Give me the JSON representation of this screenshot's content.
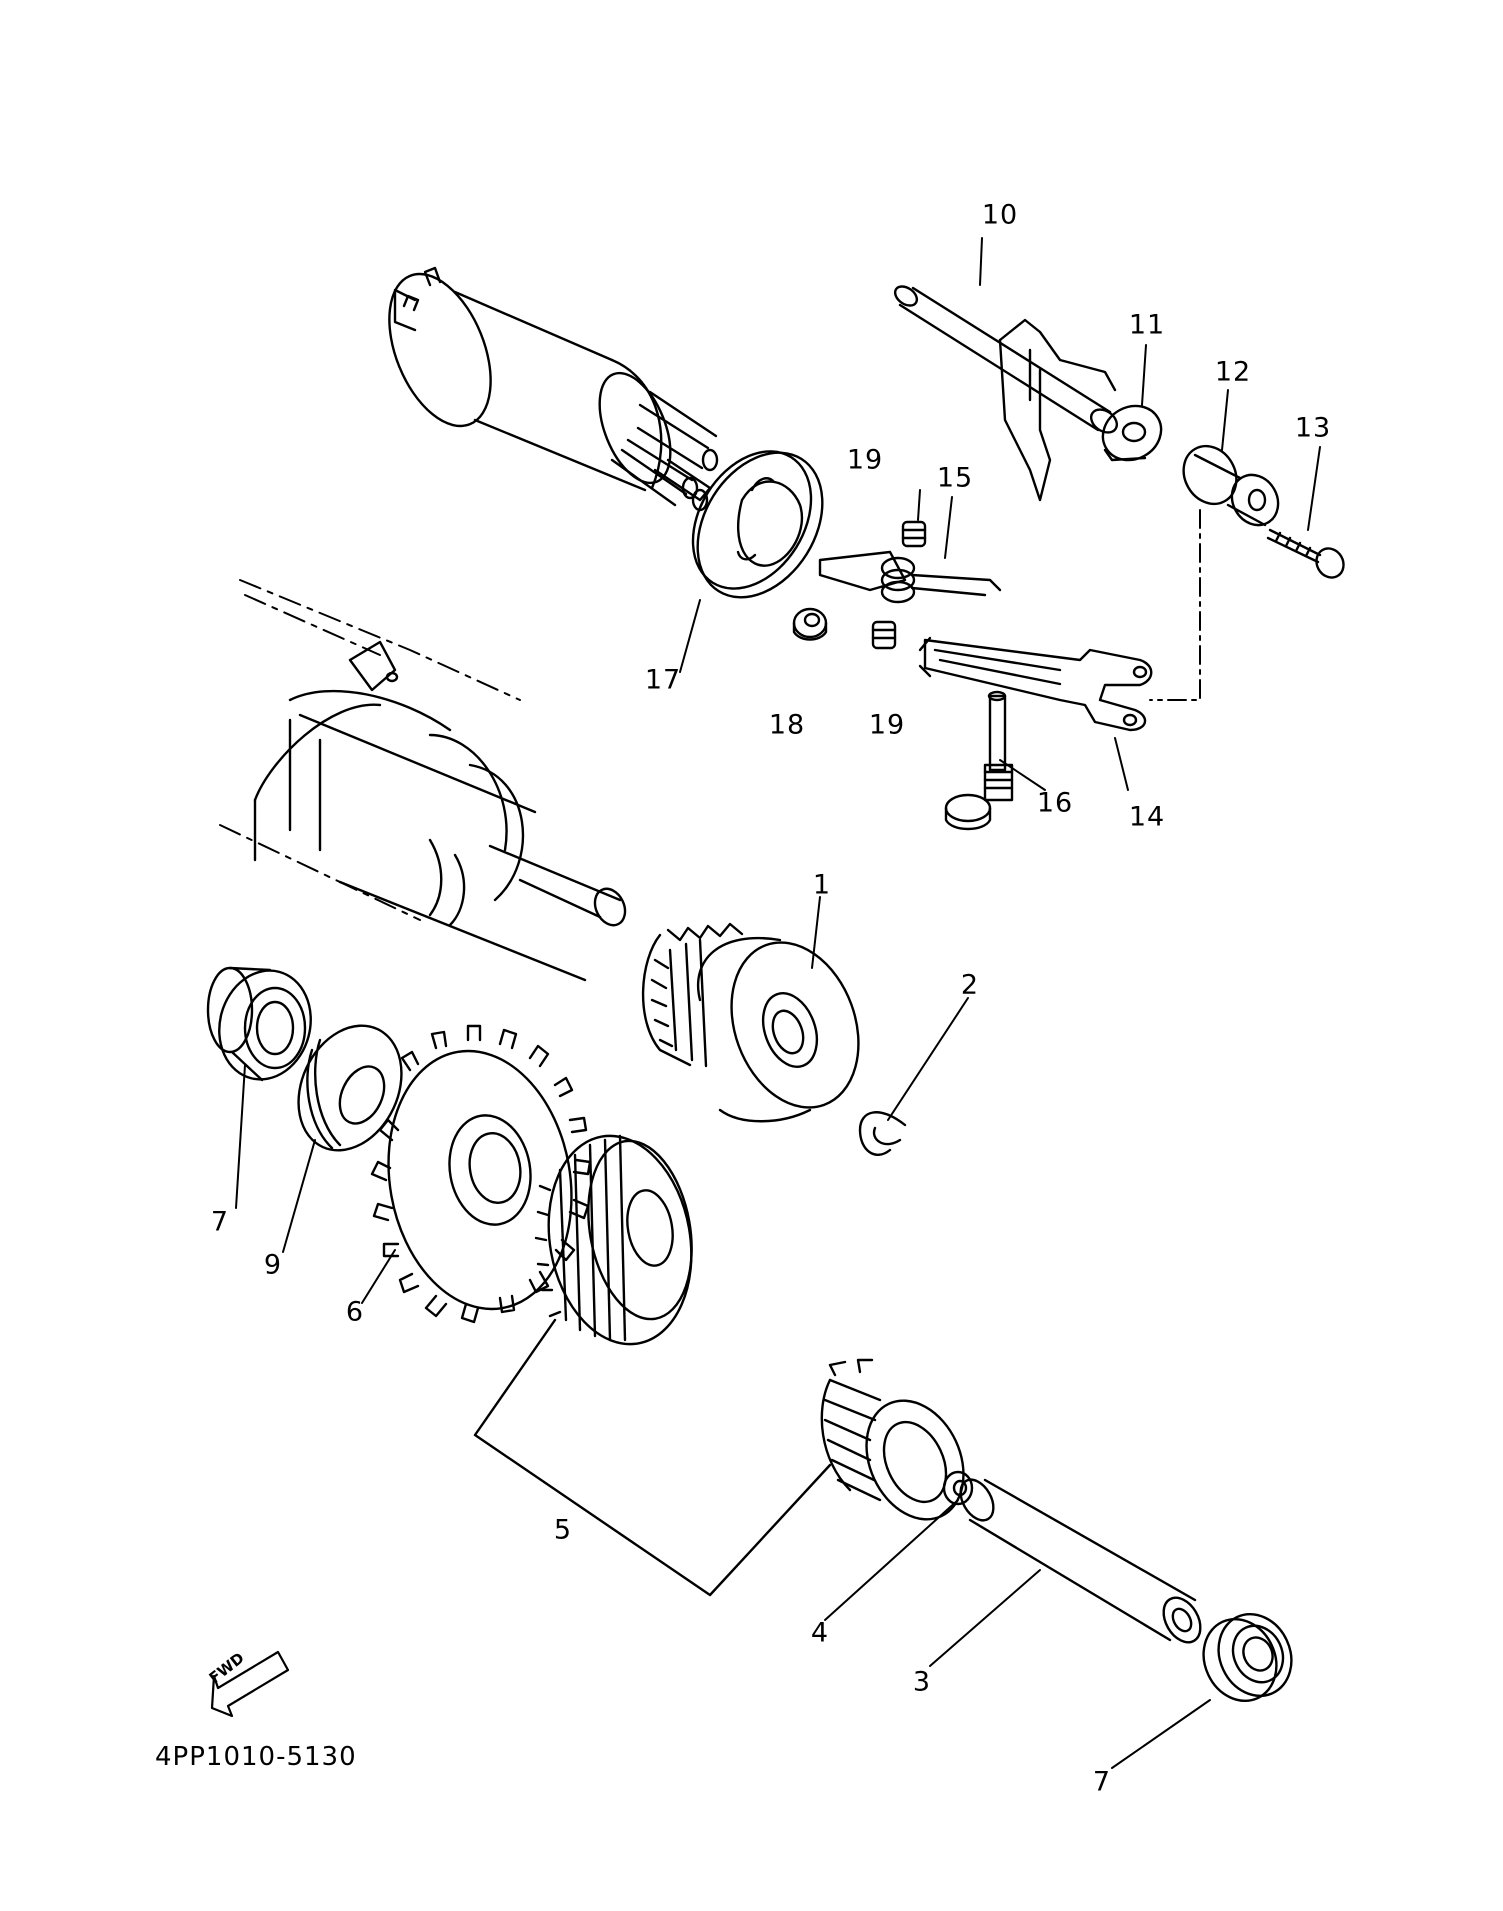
{
  "diagram": {
    "callouts": [
      {
        "id": "1",
        "label": "1"
      },
      {
        "id": "2",
        "label": "2"
      },
      {
        "id": "3",
        "label": "3"
      },
      {
        "id": "4",
        "label": "4"
      },
      {
        "id": "5",
        "label": "5"
      },
      {
        "id": "6",
        "label": "6"
      },
      {
        "id": "7a",
        "label": "7"
      },
      {
        "id": "7b",
        "label": "7"
      },
      {
        "id": "9",
        "label": "9"
      },
      {
        "id": "10",
        "label": "10"
      },
      {
        "id": "11",
        "label": "11"
      },
      {
        "id": "12",
        "label": "12"
      },
      {
        "id": "13",
        "label": "13"
      },
      {
        "id": "14",
        "label": "14"
      },
      {
        "id": "15",
        "label": "15"
      },
      {
        "id": "16",
        "label": "16"
      },
      {
        "id": "17",
        "label": "17"
      },
      {
        "id": "18",
        "label": "18"
      },
      {
        "id": "19a",
        "label": "19"
      },
      {
        "id": "19b",
        "label": "19"
      }
    ],
    "direction_label": "FWD",
    "drawing_code": "4PP1010-5130",
    "line_color": "#000000",
    "background_color": "#ffffff",
    "fwd_arrow_icon": "fwd-arrow-icon"
  }
}
